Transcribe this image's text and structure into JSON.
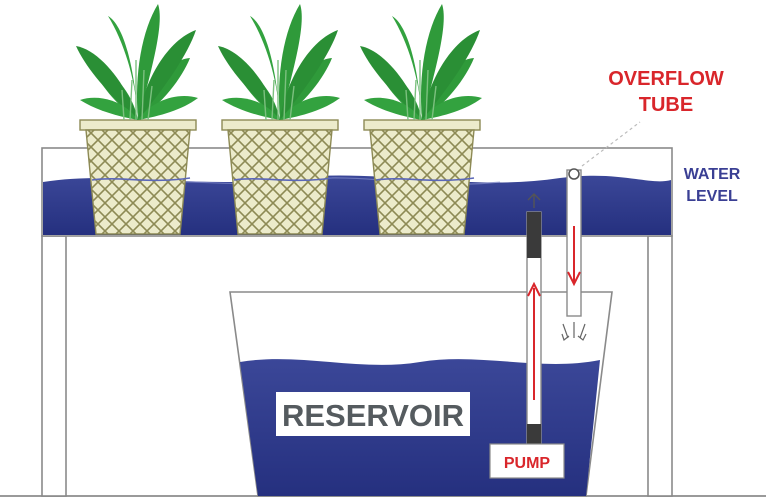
{
  "labels": {
    "overflow_line1": "OVERFLOW",
    "overflow_line2": "TUBE",
    "water_line1": "WATER",
    "water_line2": "LEVEL",
    "reservoir": "RESERVOIR",
    "pump": "PUMP"
  },
  "colors": {
    "water": "#2e3a8e",
    "water_light": "#4a56a8",
    "label_red": "#d9262b",
    "label_blue": "#3a3f94",
    "frame_stroke": "#8a8a8a",
    "basket": "#e9e7c4",
    "basket_mesh": "#8d8a55",
    "leaf": "#2f9a3a",
    "leaf_dark": "#1f7a2b",
    "arrow": "#d9262b"
  },
  "icons": {
    "plants": [
      "plant-icon",
      "plant-icon",
      "plant-icon"
    ]
  }
}
